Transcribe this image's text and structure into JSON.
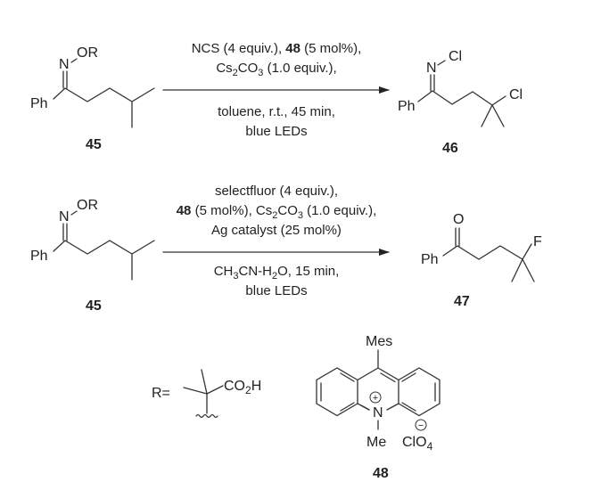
{
  "reaction1": {
    "substrate": {
      "label": "45",
      "n": "N",
      "or": "OR",
      "ph": "Ph"
    },
    "conditions_above": [
      {
        "a": "NCS (4 equiv.), ",
        "b": "48",
        "c": " (5 mol%),"
      },
      {
        "a": "Cs",
        "s1": "2",
        "b": "CO",
        "s2": "3",
        "c": " (1.0 equiv.),"
      }
    ],
    "conditions_below": [
      "toluene, r.t., 45 min,",
      "blue LEDs"
    ],
    "product": {
      "label": "46",
      "n": "N",
      "cl1": "Cl",
      "cl2": "Cl",
      "ph": "Ph"
    }
  },
  "reaction2": {
    "substrate": {
      "label": "45",
      "n": "N",
      "or": "OR",
      "ph": "Ph"
    },
    "conditions_above": [
      "selectfluor (4 equiv.),",
      {
        "a": "48",
        "b": " (5 mol%), Cs",
        "s1": "2",
        "c": "CO",
        "s2": "3",
        "d": " (1.0 equiv.),"
      },
      "Ag catalyst (25 mol%)"
    ],
    "conditions_below": [
      {
        "a": "CH",
        "s1": "3",
        "b": "CN-H",
        "s2": "2",
        "c": "O, 15 min,"
      },
      "blue LEDs"
    ],
    "product": {
      "label": "47",
      "o": "O",
      "f": "F",
      "ph": "Ph"
    }
  },
  "r_group": {
    "prefix": "R=",
    "co": "CO",
    "sub": "2",
    "h": "H"
  },
  "catalyst": {
    "label": "48",
    "mes": "Mes",
    "n": "N",
    "me": "Me",
    "plus": "+",
    "minus": "−",
    "clo": "ClO",
    "sub": "4"
  }
}
